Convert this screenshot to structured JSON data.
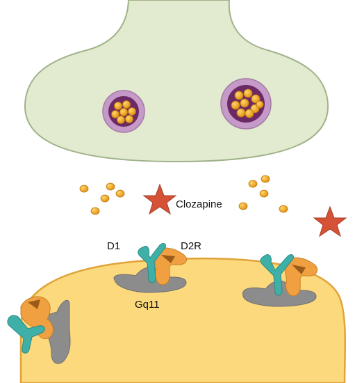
{
  "labels": {
    "drug": "Clozapine",
    "d1": "D1",
    "d2r": "D2R",
    "gprotein": "Gq11"
  },
  "colors": {
    "presynaptic_fill": "#e2ead0",
    "presynaptic_stroke": "#9fb38a",
    "postsynaptic_fill": "#fbd97c",
    "postsynaptic_stroke": "#e0a33a",
    "vesicle_outer": "#c69ac8",
    "vesicle_inner": "#6b2a63",
    "neurotransmitter": "#f0a722",
    "drug_star": "#d65236",
    "d1_receptor": "#3fb0a8",
    "d2_receptor": "#f0a040",
    "g_protein": "#8c8c8c"
  },
  "icons": {
    "drug": "star-icon",
    "neurotransmitter": "dot-icon"
  }
}
